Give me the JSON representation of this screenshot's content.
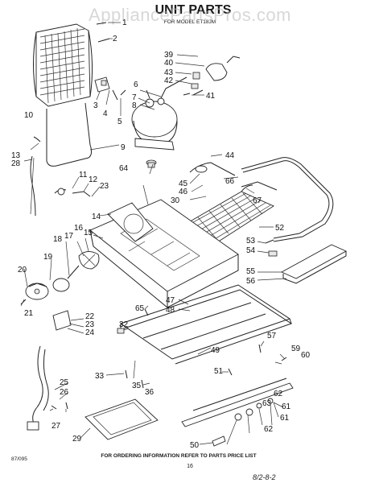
{
  "page": {
    "title": "UNIT PARTS",
    "subtitle": "FOR MODEL ET18JM",
    "watermark": "AppliancePartsPros.com",
    "footer_note": "FOR ORDERING INFORMATION REFER TO PARTS PRICE LIST",
    "doc_code": "87/095",
    "page_number": "16",
    "stamp": "8/2-8-2"
  },
  "callouts": {
    "c1": "1",
    "c2": "2",
    "c3": "3",
    "c4": "4",
    "c5": "5",
    "c6": "6",
    "c7": "7",
    "c8": "8",
    "c9": "9",
    "c10": "10",
    "c11": "11",
    "c12": "12",
    "c13": "13",
    "c14": "14",
    "c15": "15",
    "c16": "16",
    "c17": "17",
    "c18": "18",
    "c19": "19",
    "c20": "20",
    "c21": "21",
    "c22": "22",
    "c23a": "23",
    "c23b": "23",
    "c24": "24",
    "c25": "25",
    "c26": "26",
    "c27": "27",
    "c28": "28",
    "c29": "29",
    "c30": "30",
    "c32": "32",
    "c33": "33",
    "c35": "35",
    "c36": "36",
    "c39": "39",
    "c40": "40",
    "c41": "41",
    "c42": "42",
    "c43": "43",
    "c44": "44",
    "c45": "45",
    "c46": "46",
    "c47": "47",
    "c48": "48",
    "c49": "49",
    "c50": "50",
    "c51": "51",
    "c52": "52",
    "c53": "53",
    "c54": "54",
    "c55": "55",
    "c56": "56",
    "c57": "57",
    "c59": "59",
    "c60": "60",
    "c61a": "61",
    "c61b": "61",
    "c62a": "62",
    "c62b": "62",
    "c63": "63",
    "c64": "64",
    "c65": "65",
    "c66": "66",
    "c67": "67"
  }
}
